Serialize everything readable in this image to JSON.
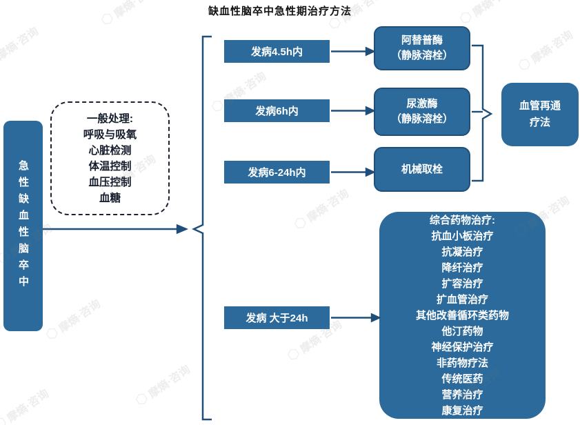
{
  "title": "缺血性脑卒中急性期治疗方法",
  "source_node": {
    "label": "急性缺血性脑卒中"
  },
  "general_care": {
    "lines": [
      "一般处理:",
      "呼吸与吸氧",
      "心脏检测",
      "体温控制",
      "血压控制",
      "血糖"
    ]
  },
  "conditions": [
    {
      "label": "发病4.5h内"
    },
    {
      "label": "发病6h内"
    },
    {
      "label": "发病6-24h内"
    },
    {
      "label": "发病 大于24h"
    }
  ],
  "treatments": [
    {
      "line1": "阿替普酶",
      "line2": "（静脉溶栓）"
    },
    {
      "line1": "尿激酶",
      "line2": "（静脉溶栓）"
    },
    {
      "line1": "机械取栓"
    }
  ],
  "recanalization": {
    "line1": "血管再通",
    "line2": "疗法"
  },
  "comprehensive": {
    "title": "综合药物治疗:",
    "items": [
      "抗血小板治疗",
      "抗凝治疗",
      "降纤治疗",
      "扩容治疗",
      "扩血管治疗",
      "其他改善循环类药物",
      "他汀药物",
      "神经保护治疗",
      "非药物疗法",
      "传统医药",
      "营养治疗",
      "康复治疗"
    ]
  },
  "watermark": {
    "logo": "⬡",
    "text": "摩熵·咨询"
  },
  "colors": {
    "box_fill": "#2B6A9B",
    "line_dark": "#1F4E79",
    "dashed_border": "#1A2230",
    "text_on_box": "#FFFFFF",
    "title_text": "#111111",
    "watermark": "#E8E8E8",
    "background": "#FFFFFF"
  }
}
